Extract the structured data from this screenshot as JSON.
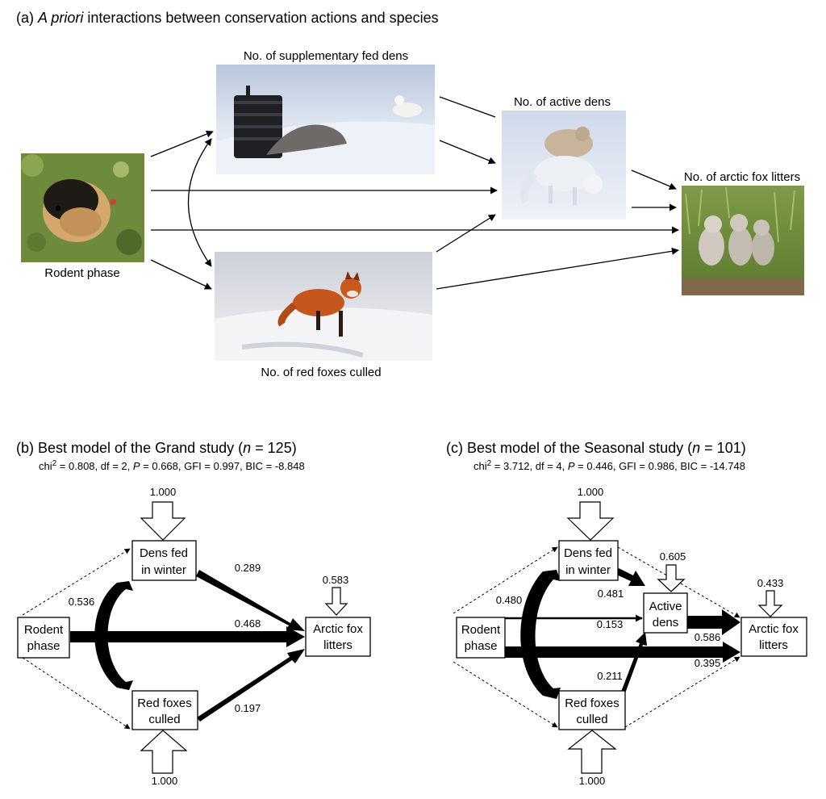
{
  "panel_a": {
    "title_prefix": "(a) ",
    "title_italic": "A priori",
    "title_rest": " interactions between conservation actions and species",
    "captions": {
      "rodent": "Rodent phase",
      "fed_dens": "No. of supplementary fed dens",
      "red_foxes": "No. of red foxes culled",
      "active_dens": "No. of active dens",
      "litters": "No. of arctic fox litters"
    }
  },
  "panel_b": {
    "title_prefix": "(b) Best model of the Grand study (",
    "title_n": "n",
    "title_suffix": " = 125)",
    "stats_a": "chi",
    "stats_sup": "2",
    "stats_b": " = 0.808, df = 2, ",
    "stats_p": "P",
    "stats_c": " = 0.668, GFI = 0.997, BIC = -8.848",
    "nodes": {
      "rodent_1": "Rodent",
      "rodent_2": "phase",
      "dens_1": "Dens fed",
      "dens_2": "in winter",
      "red_1": "Red foxes",
      "red_2": "culled",
      "fox_1": "Arctic fox",
      "fox_2": "litters"
    },
    "coefficients": {
      "dens_in": "1.000",
      "red_in": "1.000",
      "fox_in": "0.583",
      "corr": "0.536",
      "dens_fox": "0.289",
      "rodent_fox": "0.468",
      "red_fox": "0.197"
    }
  },
  "panel_c": {
    "title_prefix": "(c) Best model of the Seasonal study (",
    "title_n": "n",
    "title_suffix": " = 101)",
    "stats_a": "chi",
    "stats_sup": "2",
    "stats_b": " = 3.712, df = 4, ",
    "stats_p": "P",
    "stats_c": " = 0.446, GFI = 0.986, BIC = -14.748",
    "nodes": {
      "rodent_1": "Rodent",
      "rodent_2": "phase",
      "dens_1": "Dens fed",
      "dens_2": "in winter",
      "active_1": "Active",
      "active_2": "dens",
      "red_1": "Red foxes",
      "red_2": "culled",
      "fox_1": "Arctic fox",
      "fox_2": "litters"
    },
    "coefficients": {
      "dens_in": "1.000",
      "red_in": "1.000",
      "active_in": "0.605",
      "fox_in": "0.433",
      "corr": "0.480",
      "dens_active": "0.481",
      "rodent_active": "0.153",
      "active_fox": "0.586",
      "rodent_fox": "0.395",
      "red_active": "0.211"
    }
  }
}
